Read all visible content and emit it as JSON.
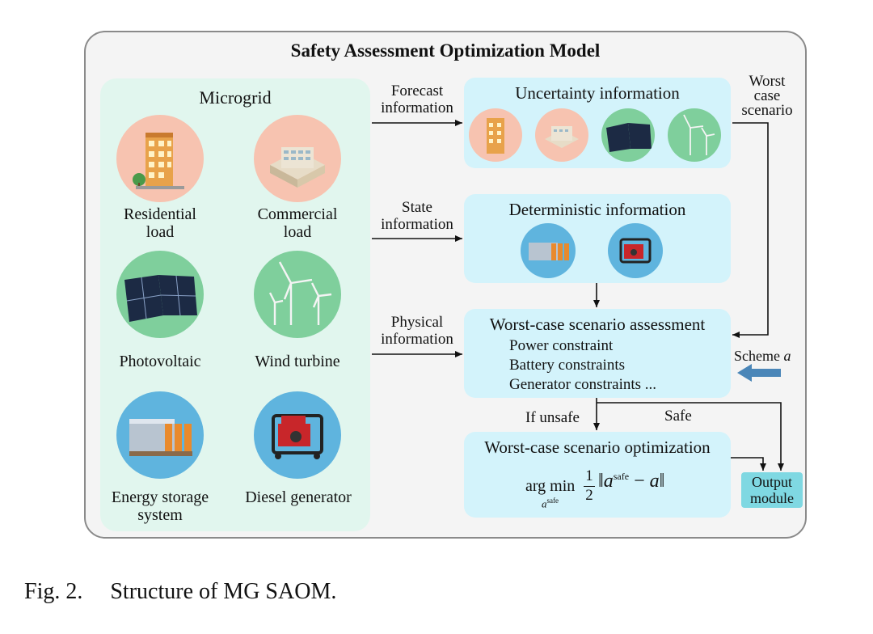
{
  "title": "Safety Assessment Optimization Model",
  "microgrid": {
    "title": "Microgrid",
    "items": [
      {
        "label_1": "Residential",
        "label_2": "load",
        "icon": "residential-building-icon",
        "color": "#f7c3b0"
      },
      {
        "label_1": "Commercial",
        "label_2": "load",
        "icon": "commercial-building-icon",
        "color": "#f7c3b0"
      },
      {
        "label_1": "Photovoltaic",
        "label_2": "",
        "icon": "solar-panel-icon",
        "color": "#7fcf9c"
      },
      {
        "label_1": "Wind turbine",
        "label_2": "",
        "icon": "wind-turbine-icon",
        "color": "#7fcf9c"
      },
      {
        "label_1": "Energy storage",
        "label_2": "system",
        "icon": "battery-storage-icon",
        "color": "#5fb4de"
      },
      {
        "label_1": "Diesel generator",
        "label_2": "",
        "icon": "diesel-generator-icon",
        "color": "#5fb4de"
      }
    ]
  },
  "flows": {
    "forecast_1": "Forecast",
    "forecast_2": "information",
    "state_1": "State",
    "state_2": "information",
    "physical_1": "Physical",
    "physical_2": "information",
    "worst_1": "Worst",
    "worst_2": "case",
    "worst_3": "scenario",
    "scheme": "Scheme",
    "scheme_var": "a",
    "if_unsafe": "If unsafe",
    "safe": "Safe"
  },
  "uncertainty": {
    "title": "Uncertainty information"
  },
  "deterministic": {
    "title": "Deterministic information"
  },
  "assessment": {
    "title": "Worst-case scenario assessment",
    "lines": [
      "Power constraint",
      "Battery constraints",
      "Generator constraints ..."
    ]
  },
  "optimization": {
    "title": "Worst-case scenario optimization",
    "argmin": "arg min",
    "sub": "a",
    "sub_sup": "safe",
    "frac_num": "1",
    "frac_den": "2",
    "norm_var": "a",
    "norm_sup": "safe",
    "minus": "−",
    "norm_var2": "a"
  },
  "output": {
    "line_1": "Output",
    "line_2": "module"
  },
  "caption": {
    "label": "Fig. 2.",
    "text": "Structure of MG SAOM."
  },
  "colors": {
    "accent_arrow": "#4a86b8",
    "panel": "#d3f3fb",
    "microgrid_bg": "#e1f6ee",
    "output": "#7fd8e2"
  }
}
